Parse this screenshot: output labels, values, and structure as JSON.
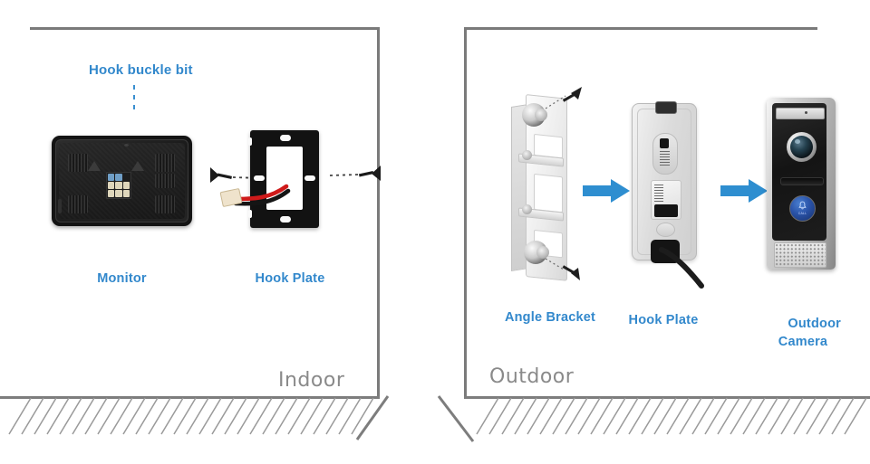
{
  "diagram": {
    "title_hidden": "",
    "accent_color": "#3288cc",
    "arrow_color": "#2e8ed0",
    "zone_color": "#8a8a8a",
    "wall_color": "#7a7a7a"
  },
  "indoor": {
    "zone_label": "Indoor",
    "callout": {
      "text": "Hook buckle bit"
    },
    "parts": [
      {
        "label": "Monitor",
        "name": "monitor"
      },
      {
        "label": "Hook Plate",
        "name": "hook-plate"
      }
    ]
  },
  "outdoor": {
    "zone_label": "Outdoor",
    "parts": [
      {
        "label": "Angle Bracket",
        "name": "angle-bracket"
      },
      {
        "label": "Hook Plate",
        "name": "hook-plate"
      },
      {
        "label": "Outdoor\nCamera",
        "name": "outdoor-camera"
      }
    ],
    "arrows": [
      {
        "name": "arrow-bracket-to-plate",
        "direction": "right"
      },
      {
        "name": "arrow-plate-to-camera",
        "direction": "right"
      }
    ]
  },
  "camera": {
    "call_button_label": "CALL"
  }
}
